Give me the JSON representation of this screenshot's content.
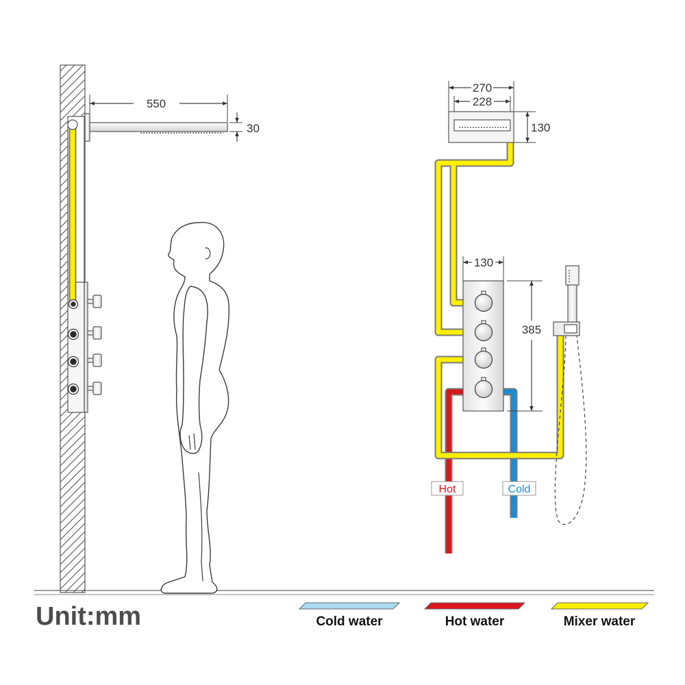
{
  "side_view": {
    "arm_length": "550",
    "head_thickness": "30"
  },
  "front_view": {
    "head_width_outer": "270",
    "head_width_inner": "228",
    "head_height": "130",
    "valve_width": "130",
    "valve_height": "385"
  },
  "supply_labels": {
    "hot": "Hot",
    "cold": "Cold"
  },
  "unit_label": "Unit:mm",
  "legend": [
    {
      "label": "Cold water",
      "color": "#a9dcf2"
    },
    {
      "label": "Hot water",
      "color": "#d9161c"
    },
    {
      "label": "Mixer water",
      "color": "#fff000"
    }
  ],
  "colors": {
    "hot": "#d9161c",
    "cold": "#1a8dd4",
    "mixer": "#fff000"
  }
}
